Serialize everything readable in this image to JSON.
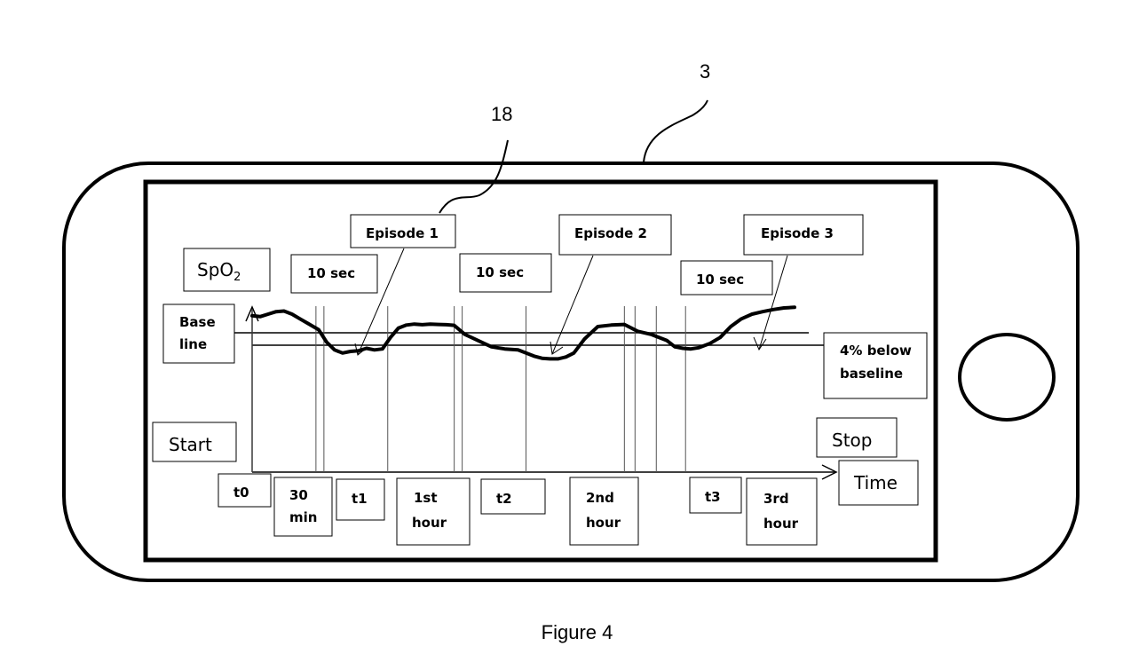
{
  "figure": {
    "caption": "Figure 4",
    "reference_numerals": {
      "device": "3",
      "display": "18"
    }
  },
  "device": {
    "type": "smartphone (landscape)",
    "home_button": "home-button-circle"
  },
  "chart_data": {
    "type": "line",
    "title": "",
    "ylabel_main": "SpO",
    "ylabel_sub": "2",
    "xlabel": "Time",
    "start_label": "Start",
    "stop_label": "Stop",
    "baseline_label": [
      "Base",
      "line"
    ],
    "threshold_label": [
      "4% below",
      "baseline"
    ],
    "episodes": [
      {
        "label": "Episode 1",
        "duration_label": "10 sec"
      },
      {
        "label": "Episode 2",
        "duration_label": "10 sec"
      },
      {
        "label": "Episode 3",
        "duration_label": "10 sec"
      }
    ],
    "time_markers": [
      {
        "id": "t0",
        "label": [
          "t0"
        ]
      },
      {
        "id": "30min",
        "label": [
          "30",
          "min"
        ]
      },
      {
        "id": "t1",
        "label": [
          "t1"
        ]
      },
      {
        "id": "1st-hour",
        "label": [
          "1st",
          "hour"
        ]
      },
      {
        "id": "t2",
        "label": [
          "t2"
        ]
      },
      {
        "id": "2nd-hour",
        "label": [
          "2nd",
          "hour"
        ]
      },
      {
        "id": "t3",
        "label": [
          "t3"
        ]
      },
      {
        "id": "3rd-hour",
        "label": [
          "3rd",
          "hour"
        ]
      }
    ],
    "x_unit": "minutes (schematic)",
    "x_range": [
      0,
      210
    ],
    "y_unit": "relative SpO2 (baseline = 0, threshold = -4)",
    "y_range": [
      -12,
      8
    ],
    "baseline_value": 0,
    "threshold_value": -4,
    "series": [
      {
        "name": "SpO2",
        "x": [
          0,
          3,
          6,
          9,
          12,
          15,
          18,
          21,
          25,
          28,
          31,
          34,
          37,
          40,
          43,
          46,
          49,
          52,
          55,
          58,
          61,
          64,
          67,
          70,
          73,
          76,
          80,
          85,
          90,
          95,
          100,
          103,
          106,
          109,
          112,
          115,
          118,
          121,
          125,
          130,
          135,
          140,
          145,
          150,
          153,
          156,
          159,
          162,
          165,
          168,
          172,
          176,
          180,
          184,
          188,
          192,
          196,
          200,
          204
        ],
        "y": [
          5.5,
          5.2,
          6.0,
          6.8,
          7.0,
          6.0,
          4.5,
          3.0,
          1.0,
          -3.0,
          -5.5,
          -6.5,
          -6.0,
          -5.8,
          -5.0,
          -5.5,
          -5.2,
          -1.5,
          1.5,
          2.5,
          2.8,
          2.6,
          2.8,
          2.7,
          2.6,
          2.4,
          -0.5,
          -2.5,
          -4.5,
          -5.2,
          -5.5,
          -6.5,
          -7.5,
          -8.2,
          -8.4,
          -8.4,
          -7.8,
          -6.5,
          -2.0,
          2.0,
          2.5,
          2.7,
          0.5,
          -0.5,
          -1.5,
          -2.5,
          -4.5,
          -5.0,
          -5.2,
          -4.8,
          -3.5,
          -1.5,
          2.0,
          4.5,
          6.0,
          6.8,
          7.5,
          8.0,
          8.2
        ]
      }
    ],
    "vertical_markers_x": [
      0,
      24,
      27,
      51,
      76,
      79,
      103,
      140,
      144,
      152,
      163
    ],
    "grid": false,
    "legend": "none"
  }
}
